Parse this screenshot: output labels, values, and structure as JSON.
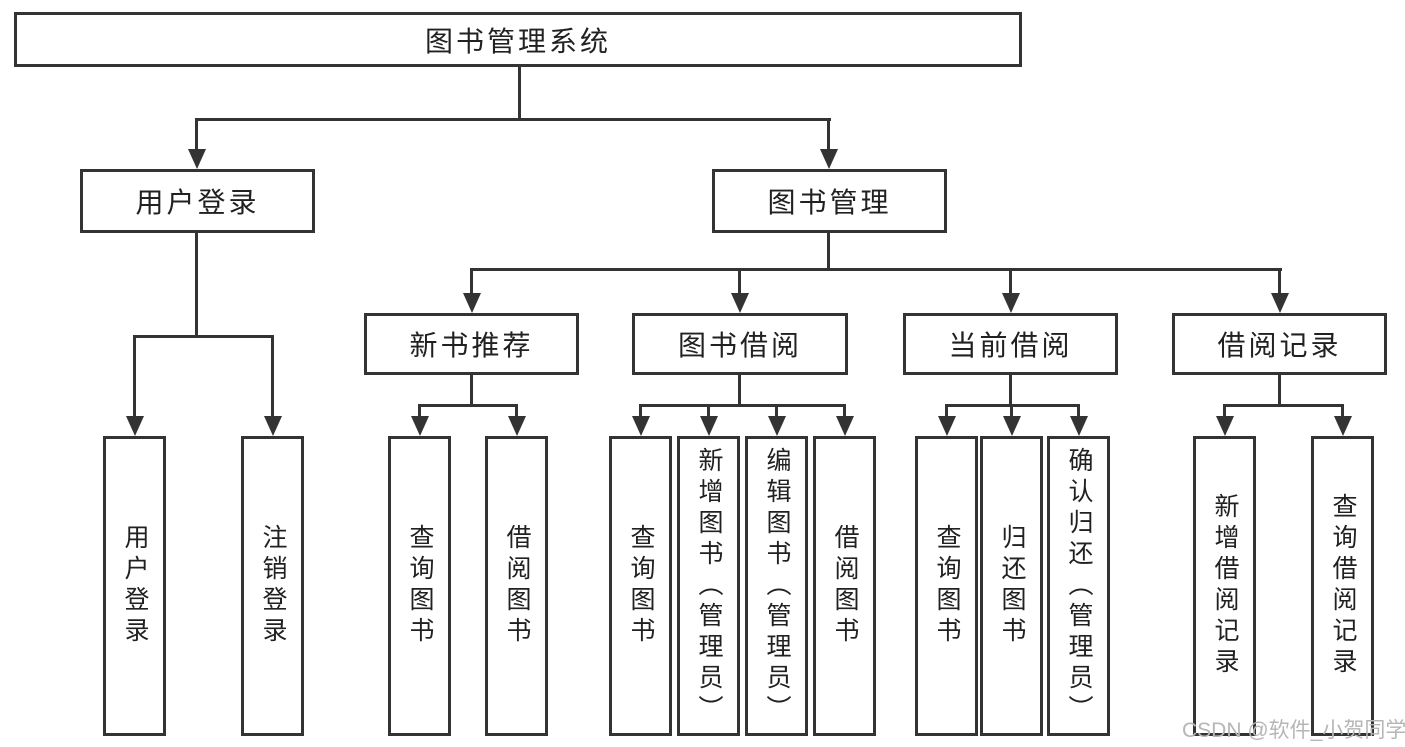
{
  "colors": {
    "line": "#333333",
    "text": "#212121",
    "background": "#ffffff",
    "watermark": "#b6b6b6"
  },
  "watermark": {
    "text": "CSDN @软件_小贺同学"
  },
  "diagram": {
    "type": "hierarchy-tree",
    "root": {
      "label": "图书管理系统"
    },
    "branches": [
      {
        "label": "用户登录",
        "children": [
          {
            "label": "用户登录"
          },
          {
            "label": "注销登录"
          }
        ]
      },
      {
        "label": "图书管理",
        "children": [
          {
            "label": "新书推荐",
            "children": [
              {
                "label": "查询图书"
              },
              {
                "label": "借阅图书"
              }
            ]
          },
          {
            "label": "图书借阅",
            "children": [
              {
                "label": "查询图书"
              },
              {
                "label": "新增图书（管理员）"
              },
              {
                "label": "编辑图书（管理员）"
              },
              {
                "label": "借阅图书"
              }
            ]
          },
          {
            "label": "当前借阅",
            "children": [
              {
                "label": "查询图书"
              },
              {
                "label": "归还图书"
              },
              {
                "label": "确认归还（管理员）"
              }
            ]
          },
          {
            "label": "借阅记录",
            "children": [
              {
                "label": "新增借阅记录"
              },
              {
                "label": "查询借阅记录"
              }
            ]
          }
        ]
      }
    ]
  }
}
